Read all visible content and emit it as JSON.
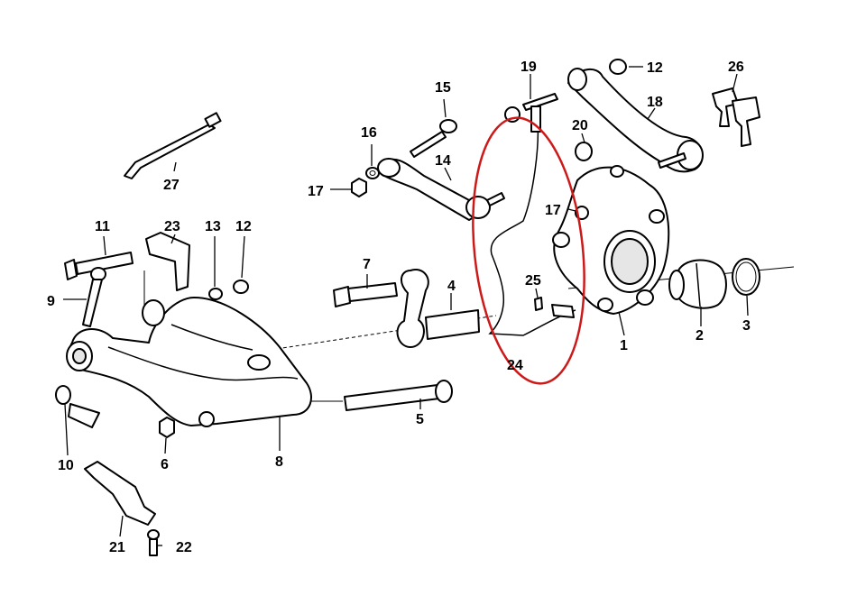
{
  "colors": {
    "highlight": "#cc1a1a",
    "ink": "#000000",
    "background": "#ffffff"
  },
  "labels": {
    "p1": "1",
    "p2": "2",
    "p3": "3",
    "p4": "4",
    "p5": "5",
    "p6": "6",
    "p7": "7",
    "p8": "8",
    "p9": "9",
    "p10": "10",
    "p11": "11",
    "p12a": "12",
    "p12b": "12",
    "p13": "13",
    "p14": "14",
    "p15": "15",
    "p16": "16",
    "p17a": "17",
    "p17b": "17",
    "p18": "18",
    "p19": "19",
    "p20": "20",
    "p21": "21",
    "p22": "22",
    "p23": "23",
    "p24": "24",
    "p25": "25",
    "p26": "26",
    "p27": "27"
  }
}
